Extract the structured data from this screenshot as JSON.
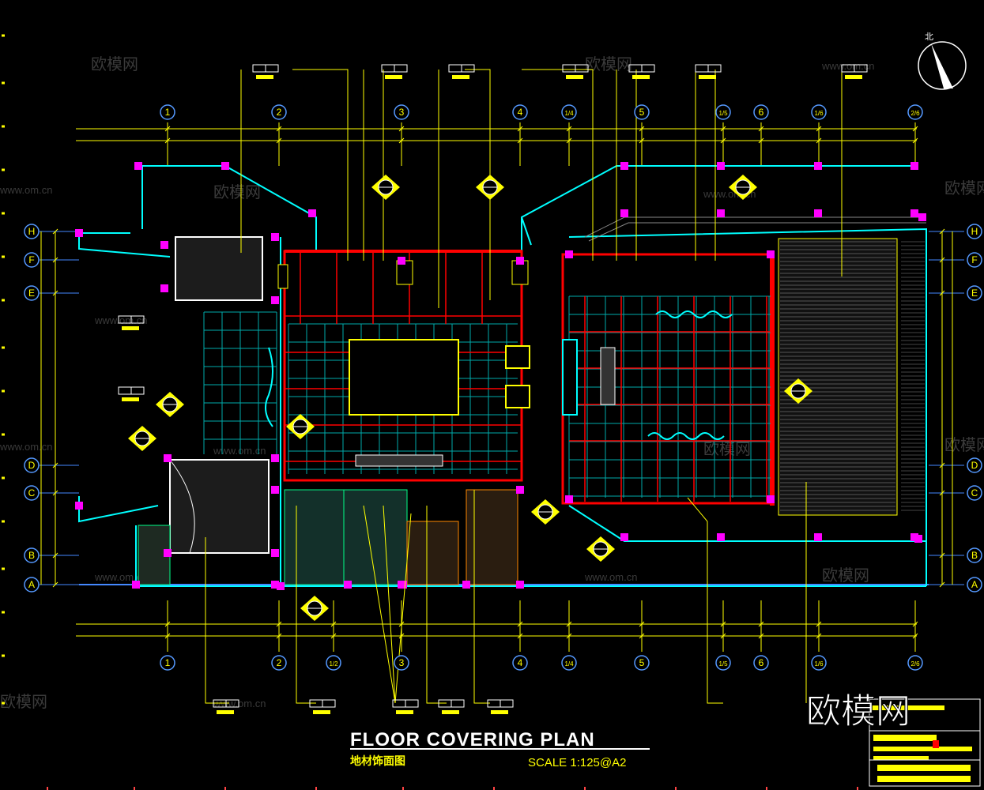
{
  "title": {
    "main": "FLOOR COVERING PLAN",
    "sub": "地材饰面图",
    "scale": "SCALE  1:125@A2"
  },
  "north_label": "北",
  "watermark_logo": "欧模网",
  "watermark_url": "www.om.cn",
  "grid_columns": [
    "1",
    "2",
    "3",
    "4",
    "1/4",
    "5",
    "1/5",
    "6",
    "1/6",
    "2/6"
  ],
  "grid_columns_bottom": [
    "1",
    "2",
    "1/2",
    "3",
    "4",
    "1/4",
    "5",
    "1/5",
    "6",
    "1/6",
    "2/6"
  ],
  "grid_rows": [
    "H",
    "F",
    "E",
    "D",
    "C",
    "B",
    "A"
  ],
  "colors": {
    "background": "#000000",
    "dimension": "#ffff00",
    "wall": "#ff0000",
    "column": "#ff00ff",
    "outline": "#00ffff",
    "hatch": "#00ff88",
    "white": "#ffffff"
  }
}
